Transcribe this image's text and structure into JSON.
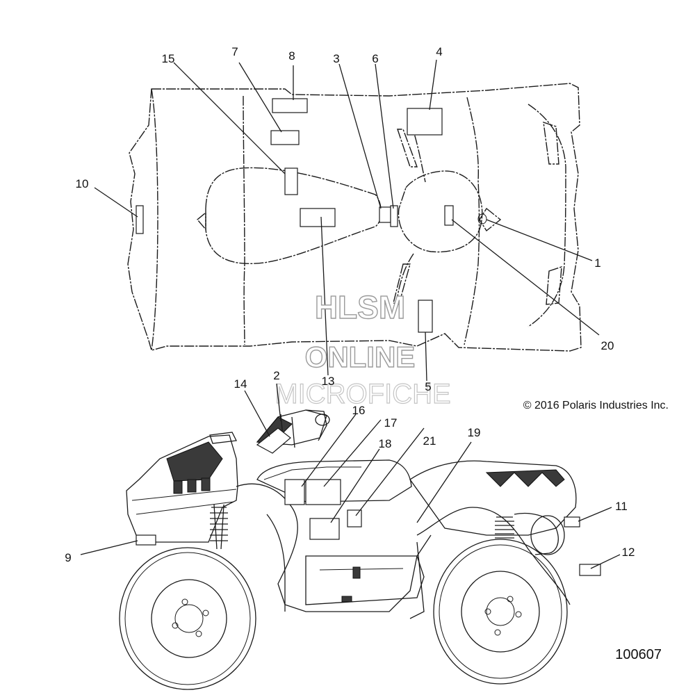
{
  "diagram": {
    "copyright": "© 2016 Polaris Industries Inc.",
    "figure_number": "100607",
    "watermark": {
      "line1": "HLSM",
      "line2": "ONLINE",
      "line3": "MICROFICHE"
    },
    "callouts": {
      "c1": "1",
      "c2": "2",
      "c3": "3",
      "c4": "4",
      "c5": "5",
      "c6": "6",
      "c7": "7",
      "c8": "8",
      "c9": "9",
      "c10": "10",
      "c11": "11",
      "c12": "12",
      "c13": "13",
      "c14": "14",
      "c15": "15",
      "c16": "16",
      "c17": "17",
      "c18": "18",
      "c19": "19",
      "c20": "20",
      "c21": "21"
    }
  }
}
